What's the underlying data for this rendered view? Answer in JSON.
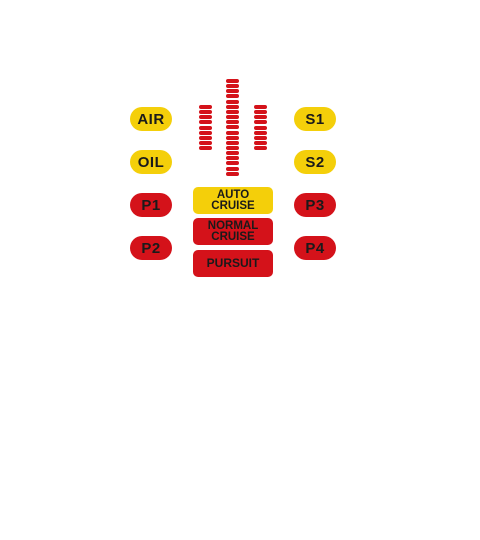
{
  "left_indicators": [
    {
      "label": "AIR",
      "color": "#f4cf0a"
    },
    {
      "label": "OIL",
      "color": "#f4cf0a"
    },
    {
      "label": "P1",
      "color": "#d4121a"
    },
    {
      "label": "P2",
      "color": "#d4121a"
    }
  ],
  "right_indicators": [
    {
      "label": "S1",
      "color": "#f4cf0a"
    },
    {
      "label": "S2",
      "color": "#f4cf0a"
    },
    {
      "label": "P3",
      "color": "#d4121a"
    },
    {
      "label": "P4",
      "color": "#d4121a"
    }
  ],
  "modes": {
    "auto_cruise": {
      "line1": "AUTO",
      "line2": "CRUISE",
      "color": "#f4cf0a"
    },
    "normal_cruise": {
      "line1": "NORMAL",
      "line2": "CRUISE",
      "color": "#d4121a"
    },
    "pursuit": {
      "label": "PURSUIT",
      "color": "#d4121a"
    }
  },
  "voice_meter": {
    "center_bar_count": 19,
    "side_bar_count": 9,
    "color": "#d4121a"
  }
}
